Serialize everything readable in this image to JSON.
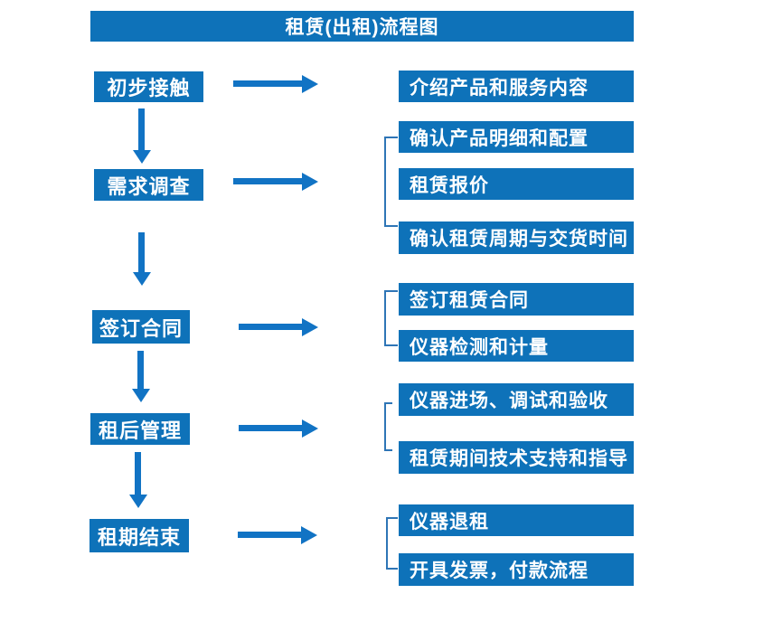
{
  "title": "租赁(出租)流程图",
  "colors": {
    "box_blue": "#0E72B9",
    "arrow_blue": "#1173C4",
    "bracket_blue": "#2E75B6",
    "text_white": "#FFFFFF"
  },
  "steps": [
    {
      "label": "初步接触",
      "outputs": [
        "介绍产品和服务内容"
      ]
    },
    {
      "label": "需求调查",
      "outputs": [
        "确认产品明细和配置",
        "租赁报价",
        "确认租赁周期与交货时间"
      ]
    },
    {
      "label": "签订合同",
      "outputs": [
        "签订租赁合同",
        "仪器检测和计量"
      ]
    },
    {
      "label": "租后管理",
      "outputs": [
        "仪器进场、调试和验收",
        "租赁期间技术支持和指导"
      ]
    },
    {
      "label": "租期结束",
      "outputs": [
        "仪器退租",
        "开具发票，付款流程"
      ]
    }
  ]
}
